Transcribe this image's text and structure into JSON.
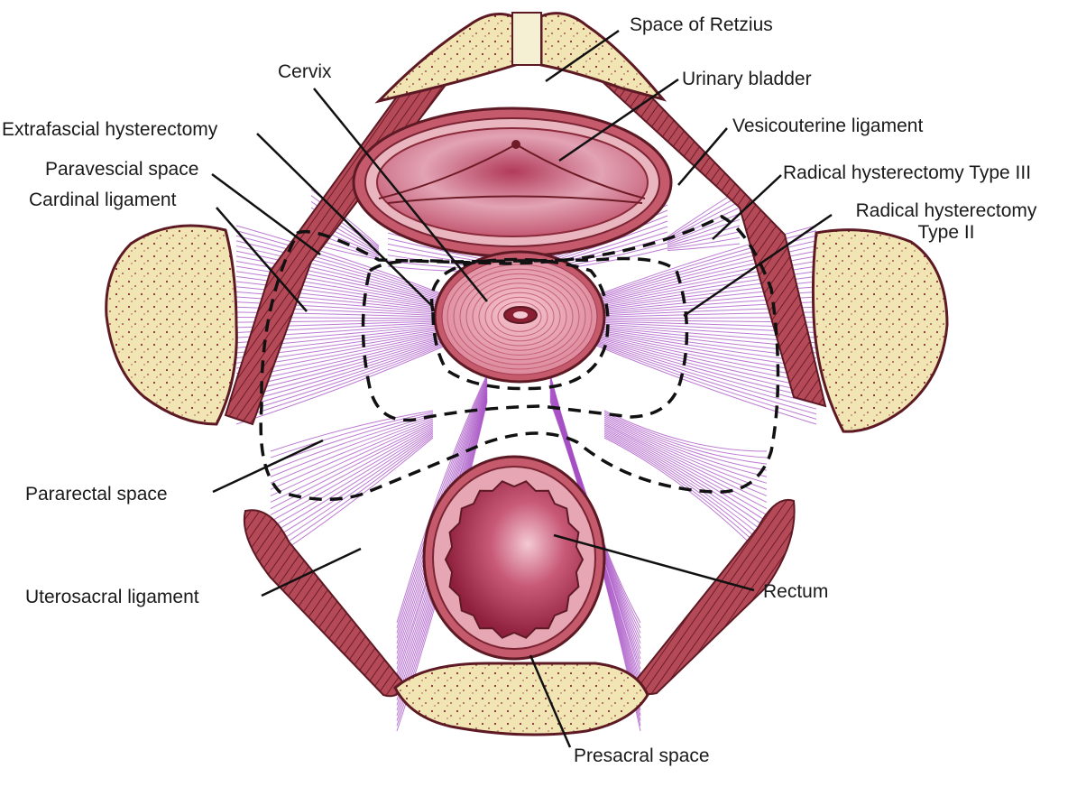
{
  "labels": {
    "space_of_retzius": "Space of Retzius",
    "cervix": "Cervix",
    "urinary_bladder": "Urinary bladder",
    "extrafascial_hysterectomy": "Extrafascial hysterectomy",
    "vesicouterine_ligament": "Vesicouterine ligament",
    "paravescial_space": "Paravescial space",
    "radical_type_iii": "Radical hysterectomy Type III",
    "cardinal_ligament": "Cardinal ligament",
    "radical_type_ii": "Radical hysterectomy Type II",
    "pararectal_space": "Pararectal space",
    "uterosacral_ligament": "Uterosacral ligament",
    "rectum": "Rectum",
    "presacral_space": "Presacral space"
  },
  "colors": {
    "bone_fill": "#f1e6b3",
    "bone_outline": "#5e1a24",
    "muscle": "#a8414f",
    "organ_wall": "#c45a6c",
    "organ_lumen": "#e7a6b3",
    "ligament_fibers": "#a64fc4",
    "dashed_boundary": "#111111",
    "leader_lines": "#111111"
  }
}
